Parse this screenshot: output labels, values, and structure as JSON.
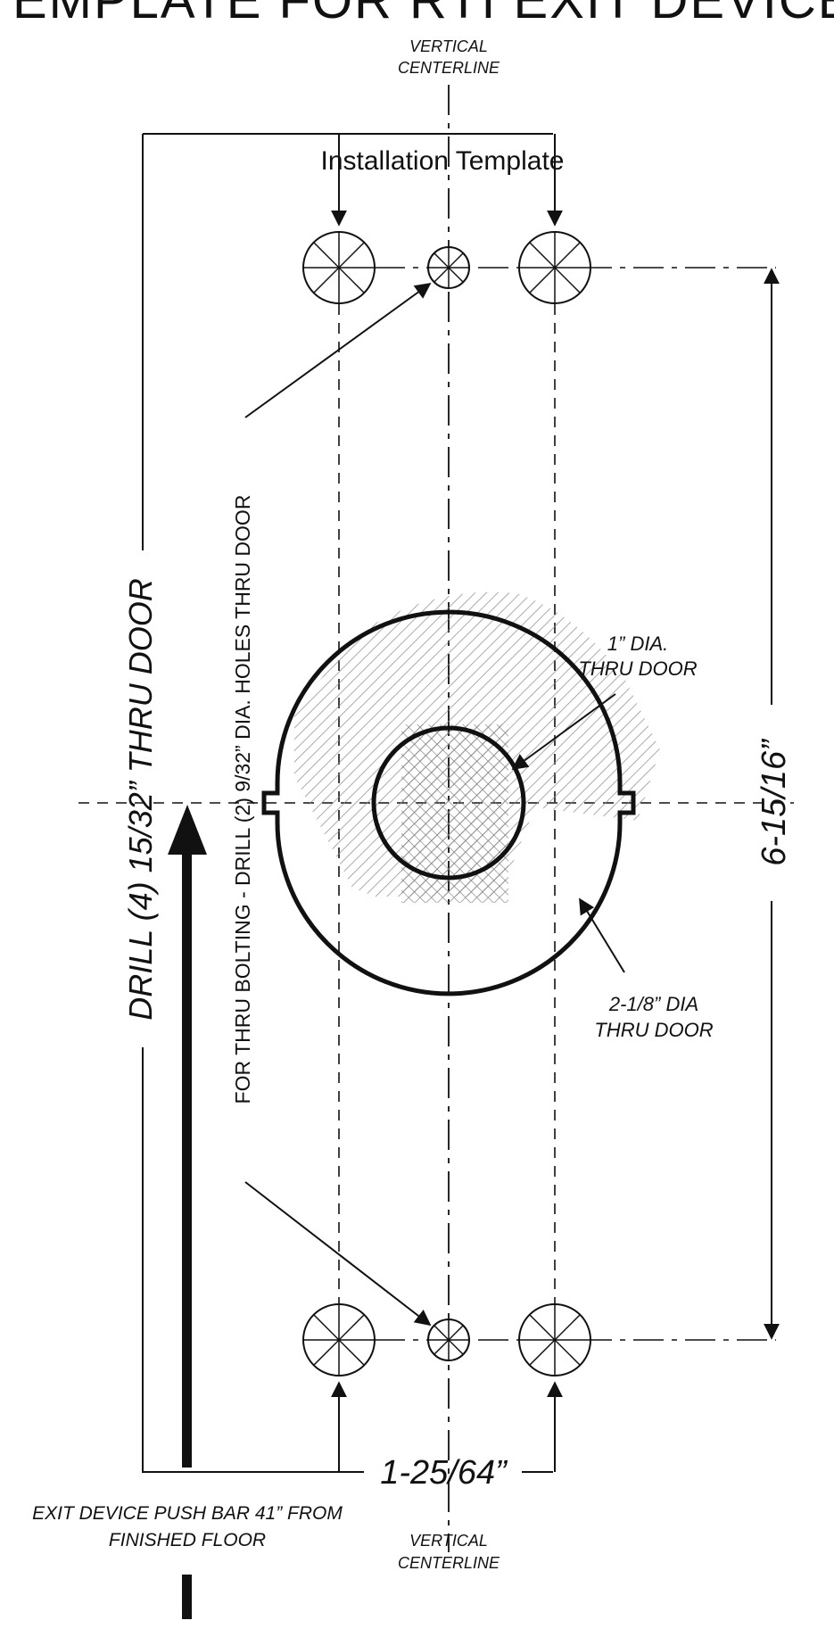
{
  "header": {
    "title": "TEMPLATE FOR RTI EXIT DEVICE"
  },
  "labels": {
    "vertical_centerline_top_1": "VERTICAL",
    "vertical_centerline_top_2": "CENTERLINE",
    "installation_template": "Installation Template",
    "one_inch_1": "1” DIA.",
    "one_inch_2": "THRU DOOR",
    "two_inch_1": "2-1/8” DIA",
    "two_inch_2": "THRU DOOR",
    "height_dim": "6-15/16”",
    "width_dim": "1-25/64”",
    "drill_four": "DRILL (4) 15/32” THRU DOOR",
    "thru_bolting": "FOR THRU BOLTING - DRILL (2) 9/32” DIA. HOLES THRU DOOR",
    "exit_device_1": "EXIT DEVICE PUSH BAR 41” FROM",
    "exit_device_2": "FINISHED FLOOR",
    "vertical_centerline_bottom_1": "VERTICAL",
    "vertical_centerline_bottom_2": "CENTERLINE"
  },
  "colors": {
    "line": "#111111",
    "hatch": "#9a9a9a",
    "background": "#ffffff"
  }
}
